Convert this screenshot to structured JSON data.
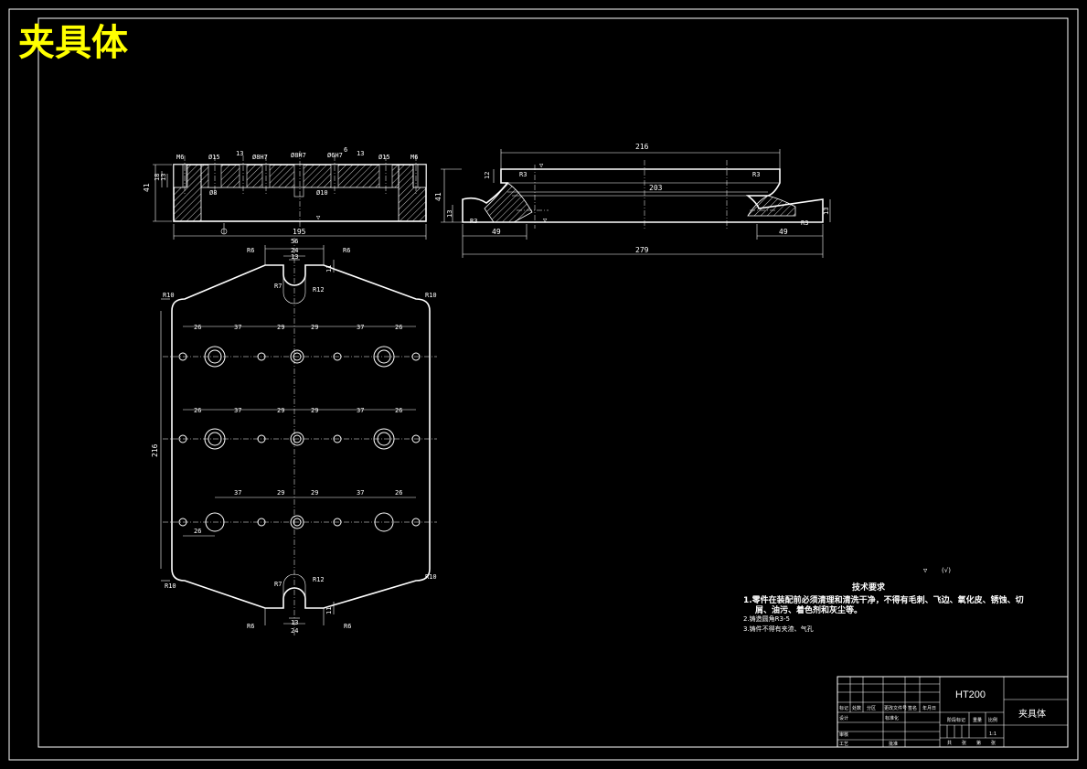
{
  "drawing": {
    "title": "夹具体",
    "material": "HT200",
    "part_name": "夹具体",
    "scale": "1:1",
    "roughness_note": "(√)",
    "tech_req_title": "技术要求",
    "tech_req_1": "1.零件在装配前必须清理和清洗干净，不得有毛刺、飞边、氧化皮、锈蚀、切",
    "tech_req_1b": "屑、油污、着色剂和灰尘等。",
    "tech_req_2": "2.铸造圆角R3-5",
    "tech_req_3": "3.铸件不得有夹渣、气孔"
  },
  "front_view": {
    "dims": {
      "overall_length": "195",
      "height": "41",
      "h_18": "18",
      "h_13": "13",
      "m6_left": "M6",
      "m6_right": "M6",
      "d15_left": "Ø15",
      "d15_right": "Ø15",
      "d13_left": "13",
      "d13_right": "13",
      "d8h7_a": "Ø8H7",
      "d8h7_b": "Ø8H7",
      "d6h7": "Ø6H7",
      "d8": "Ø8",
      "d10": "Ø10",
      "six": "6"
    }
  },
  "side_view": {
    "dims": {
      "top_length": "216",
      "inner_length": "203",
      "overall_length": "279",
      "left_49": "49",
      "right_49": "49",
      "h_12": "12",
      "h_41": "41",
      "h_13a": "13",
      "h_13b": "13",
      "r3_a": "R3",
      "r3_b": "R3",
      "r3_c": "R3",
      "r3_d": "R3"
    }
  },
  "plan_view": {
    "dims": {
      "top_56": "56",
      "top_24": "24",
      "top_13": "13",
      "top_11": "11",
      "top_r6_left": "R6",
      "top_r6_right": "R6",
      "top_r7": "R7",
      "top_r12": "R12",
      "r10_tl": "R10",
      "r10_tr": "R10",
      "r10_bl": "R10",
      "r10_br": "R10",
      "height_216": "216",
      "row1": [
        "26",
        "37",
        "29",
        "29",
        "37",
        "26"
      ],
      "row2": [
        "26",
        "37",
        "29",
        "29",
        "37",
        "26"
      ],
      "row3": [
        "37",
        "29",
        "29",
        "37",
        "26"
      ],
      "row3_left": "26",
      "bot_r7": "R7",
      "bot_r12": "R12",
      "bot_r6_left": "R6",
      "bot_r6_right": "R6",
      "bot_13": "13",
      "bot_24": "24",
      "bot_11": "11"
    }
  },
  "title_block": {
    "labels": [
      "标记",
      "处数",
      "分区",
      "更改文件号",
      "签名",
      "年月日"
    ],
    "row_design": "设计",
    "row_std": "标准化",
    "row_review": "审核",
    "row_process": "工艺",
    "row_approve": "批准",
    "stage": "阶段标记",
    "weight": "重量",
    "scale_label": "比例",
    "sheets": [
      "共",
      "张",
      "第",
      "张"
    ]
  }
}
